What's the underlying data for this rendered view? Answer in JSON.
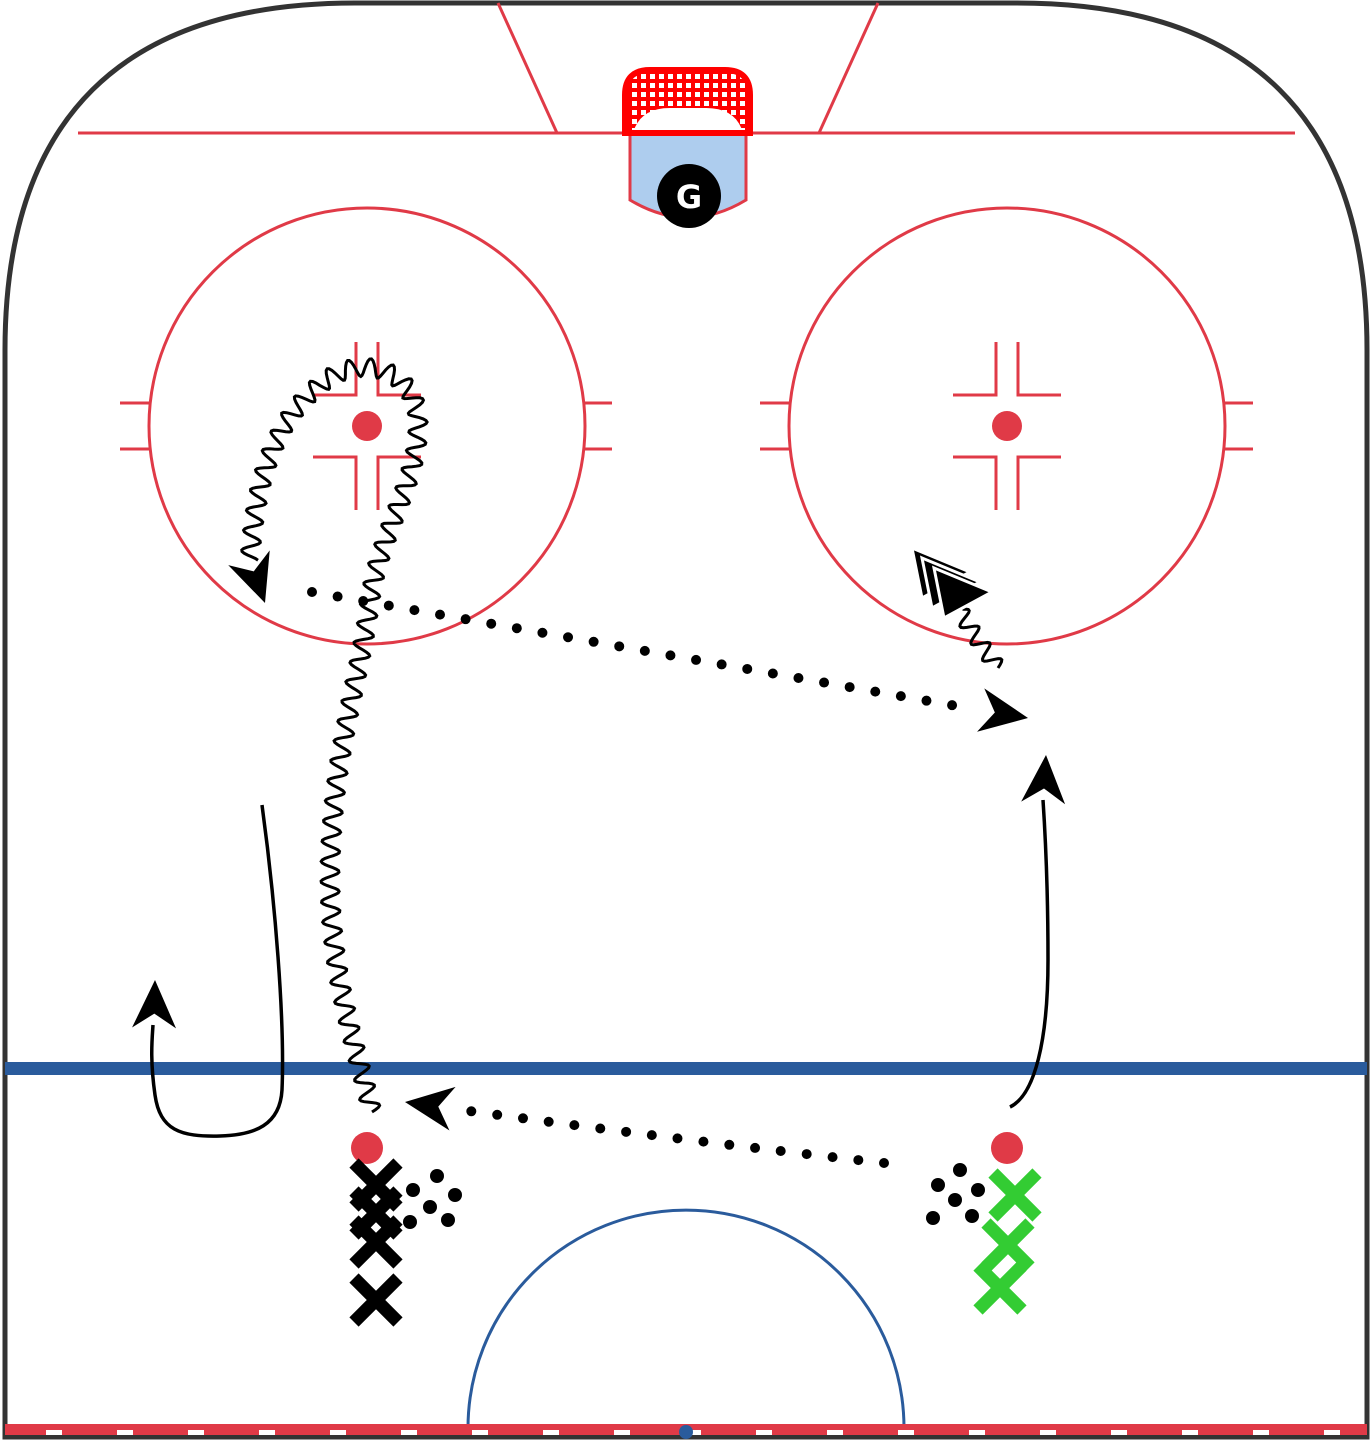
{
  "diagram": {
    "goalie_label": "G",
    "colors": {
      "rink_red": "#e03a47",
      "blue_line": "#2a5b9c",
      "crease": "#aecdee",
      "net": "#ff0000",
      "team_black": "#000000",
      "team_green": "#33cc33",
      "boards": "#333333"
    },
    "players": {
      "black_x_count": 4,
      "green_x_count": 3
    },
    "lines": [
      {
        "type": "skate-with-puck",
        "icon": "wavy-line"
      },
      {
        "type": "pass",
        "icon": "dotted-line"
      },
      {
        "type": "pass",
        "icon": "dotted-line"
      },
      {
        "type": "skate",
        "icon": "solid-line"
      },
      {
        "type": "skate",
        "icon": "solid-line"
      },
      {
        "type": "shot",
        "icon": "shot-chevrons"
      }
    ]
  }
}
